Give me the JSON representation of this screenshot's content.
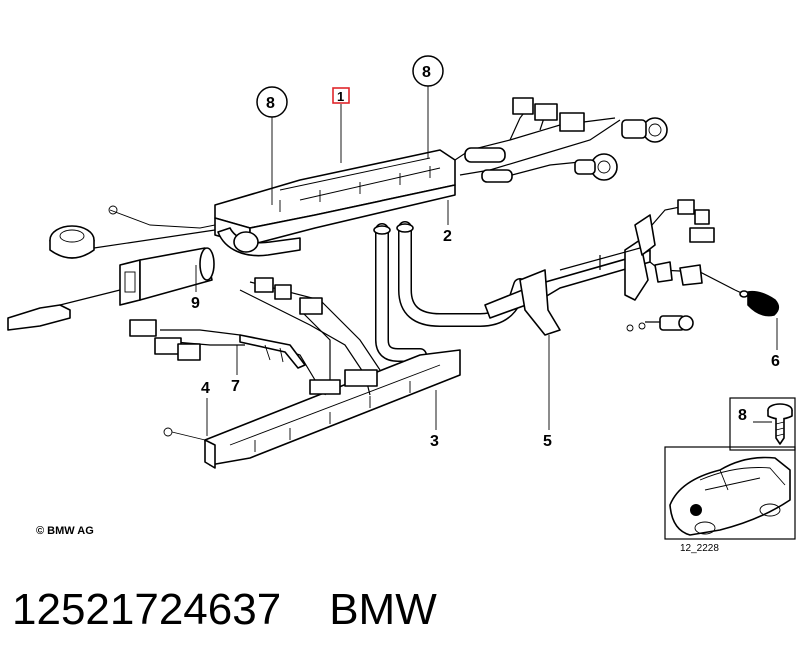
{
  "diagram": {
    "callouts": {
      "c1": "1",
      "c2": "2",
      "c3": "3",
      "c4": "4",
      "c5": "5",
      "c6": "6",
      "c7": "7",
      "c8a": "8",
      "c8b": "8",
      "c8c": "8",
      "c9": "9"
    },
    "copyright": "© BMW AG",
    "inset_code": "12_2228",
    "highlight_color": "#e0262b"
  },
  "footer": {
    "part_number": "12521724637",
    "brand": "BMW"
  }
}
